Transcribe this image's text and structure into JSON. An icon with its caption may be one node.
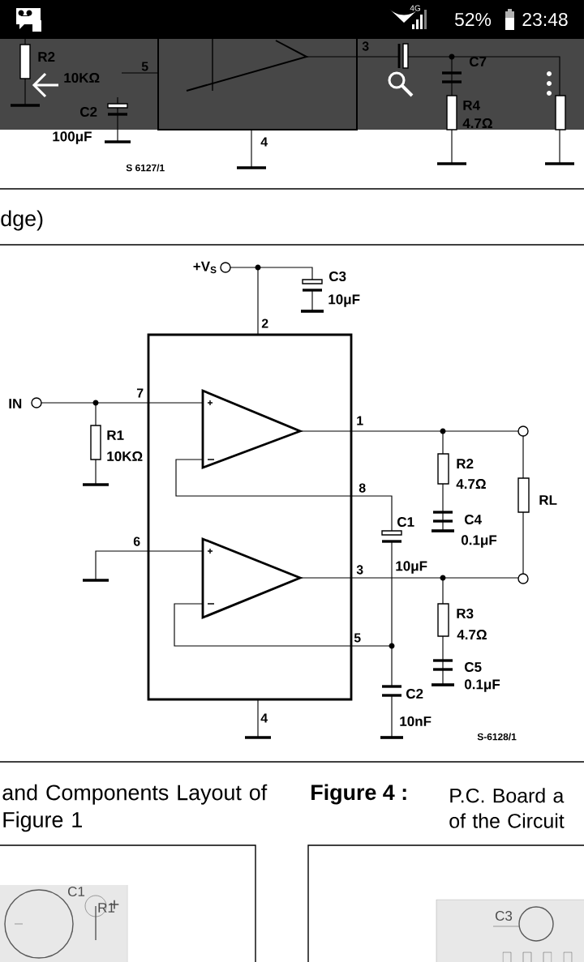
{
  "diagram": {
    "labels": [
      "4G",
      "52%",
      "23:48",
      "R2",
      "10KΩ",
      "5",
      "C2",
      "100μF",
      "3",
      "C7",
      "R4",
      "4.7Ω",
      "4",
      "S 6127/1",
      "dge)",
      "+V$_{S}$",
      "C3",
      "10μF",
      "2",
      "IN",
      "7",
      "R1",
      "10KΩ",
      "1",
      "R2",
      "4.7Ω",
      "RL",
      "8",
      "C1",
      "C4",
      "0.1μF",
      "6",
      "3",
      "10μF",
      "R3",
      "4.7Ω",
      "5",
      "C5",
      "0.1μF",
      "C2",
      "4",
      "10nF",
      "S-6128/1",
      "and Components Layout of Figure 1",
      "Figure 4 :",
      "P.C. Board a of the Circuit",
      "C1",
      "+",
      "R1",
      "C3"
    ]
  }
}
